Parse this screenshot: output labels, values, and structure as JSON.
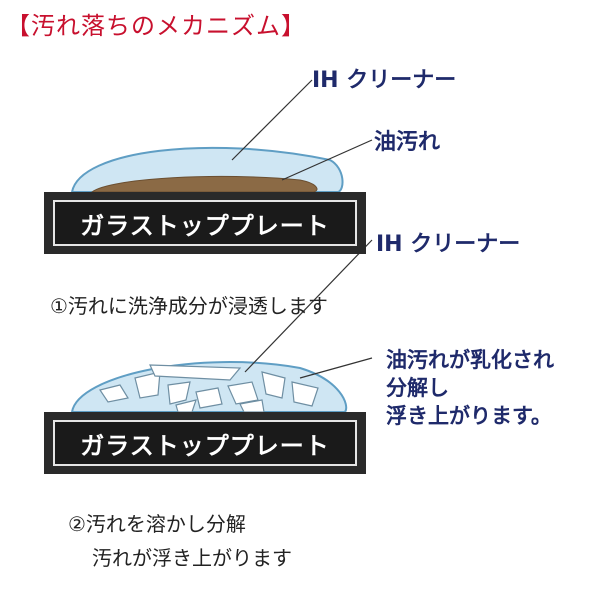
{
  "title": "【汚れ落ちのメカニズム】",
  "labels": {
    "cleaner_1": "IH クリーナー",
    "oil_stain": "油汚れ",
    "cleaner_2": "IH クリーナー",
    "emulsify_1": "油汚れが乳化され",
    "emulsify_2": "分解し",
    "emulsify_3": "浮き上がります。"
  },
  "plate_label": "ガラストッププレート",
  "step1": "①汚れに洗浄成分が浸透します",
  "step2": "②汚れを溶かし分解",
  "step2_sub": "汚れが浮き上がります",
  "colors": {
    "title": "#c8102e",
    "label": "#1f2a6b",
    "cleaner_fill": "#cfe6f3",
    "cleaner_edge": "#5f9ec4",
    "oil_fill": "#8b6a45",
    "plate": "#1a1a1a"
  }
}
